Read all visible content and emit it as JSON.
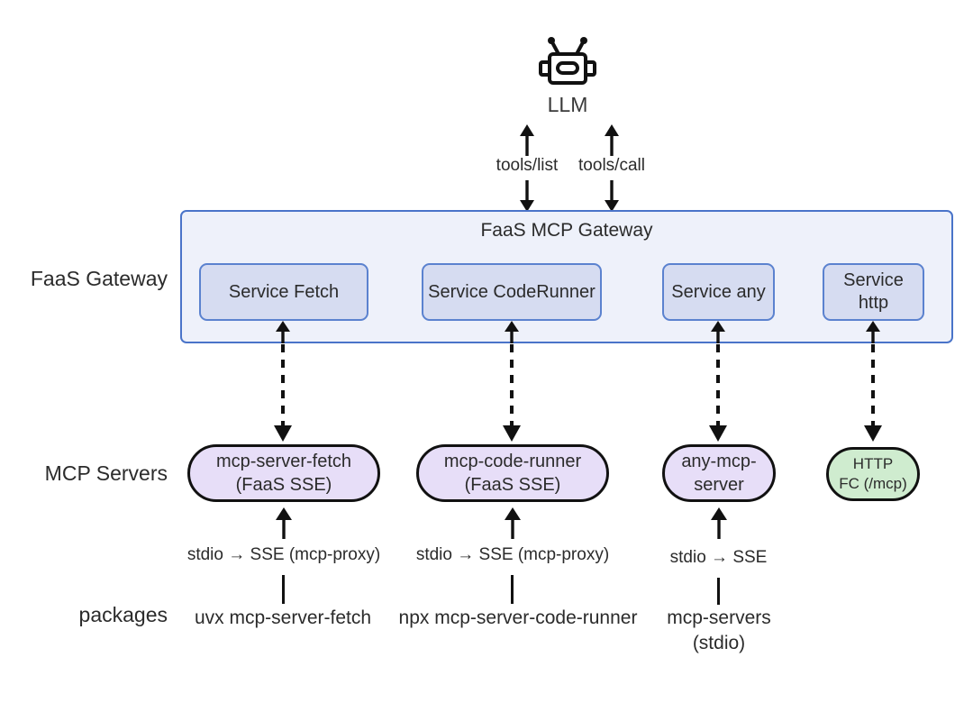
{
  "diagram": {
    "background": "#ffffff",
    "row_labels": [
      {
        "name": "faas-gateway",
        "text": "FaaS Gateway"
      },
      {
        "name": "mcp-servers",
        "text": "MCP Servers"
      },
      {
        "name": "packages",
        "text": "packages"
      }
    ],
    "llm": {
      "icon": "robot-icon",
      "label": "LLM"
    },
    "tool_flows": [
      {
        "label": "tools/list"
      },
      {
        "label": "tools/call"
      }
    ],
    "gateway": {
      "title": "FaaS MCP Gateway",
      "fill": "#eef1fa",
      "border": "#4a74c9",
      "services": [
        {
          "label": "Service Fetch",
          "line2": ""
        },
        {
          "label": "Service CodeRunner",
          "line2": ""
        },
        {
          "label": "Service any",
          "line2": ""
        },
        {
          "label": "Service",
          "line2": "http"
        }
      ]
    },
    "servers": [
      {
        "line1": "mcp-server-fetch",
        "line2": "(FaaS SSE)",
        "color": "#e7def8",
        "kind": "purple"
      },
      {
        "line1": "mcp-code-runner",
        "line2": "(FaaS SSE)",
        "color": "#e7def8",
        "kind": "purple"
      },
      {
        "line1": "any-mcp-",
        "line2": "server",
        "color": "#e7def8",
        "kind": "purple"
      },
      {
        "line1": "HTTP",
        "line2": "FC  (/mcp)",
        "color": "#cfeccf",
        "kind": "green"
      }
    ],
    "protocols": [
      {
        "label": "stdio → SSE (mcp-proxy)"
      },
      {
        "label": "stdio → SSE (mcp-proxy)"
      },
      {
        "label": "stdio →  SSE"
      }
    ],
    "packages": [
      {
        "line1": "uvx mcp-server-fetch",
        "line2": ""
      },
      {
        "line1": "npx mcp-server-code-runner",
        "line2": ""
      },
      {
        "line1": "mcp-servers",
        "line2": "(stdio)"
      }
    ]
  }
}
